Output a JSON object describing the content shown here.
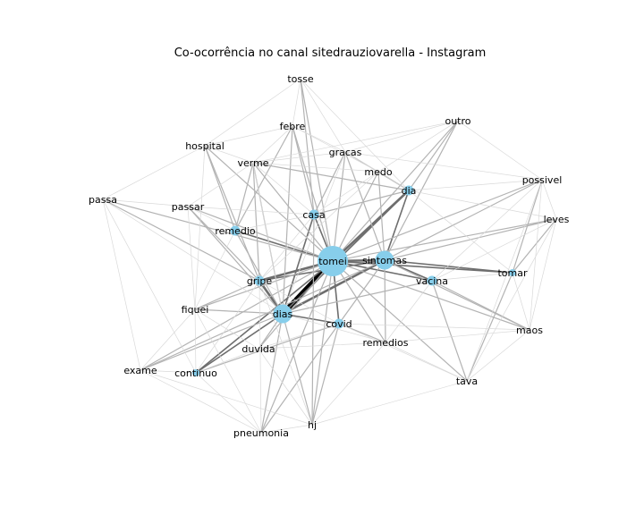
{
  "title": "Co-ocorrência no canal sitedrauziovarella - Instagram",
  "colors": {
    "node": "#87ceeb",
    "edge_light": "#d9d9d9",
    "edge_mid": "#b3b3b3",
    "edge_dark": "#6e6e6e",
    "edge_black": "#000000"
  },
  "nodes": [
    {
      "id": "tomei",
      "size": 5
    },
    {
      "id": "sintomas",
      "size": 4
    },
    {
      "id": "dias",
      "size": 4
    },
    {
      "id": "dia",
      "size": 2
    },
    {
      "id": "casa",
      "size": 2
    },
    {
      "id": "gripe",
      "size": 2
    },
    {
      "id": "covid",
      "size": 2
    },
    {
      "id": "vacina",
      "size": 2
    },
    {
      "id": "remedio",
      "size": 2
    },
    {
      "id": "tomar",
      "size": 1
    },
    {
      "id": "continuo",
      "size": 1
    },
    {
      "id": "tosse",
      "size": 0
    },
    {
      "id": "outro",
      "size": 0
    },
    {
      "id": "febre",
      "size": 0
    },
    {
      "id": "hospital",
      "size": 0
    },
    {
      "id": "gracas",
      "size": 0
    },
    {
      "id": "verme",
      "size": 0
    },
    {
      "id": "medo",
      "size": 0
    },
    {
      "id": "possivel",
      "size": 0
    },
    {
      "id": "passa",
      "size": 0
    },
    {
      "id": "passar",
      "size": 0
    },
    {
      "id": "leves",
      "size": 0
    },
    {
      "id": "fiquei",
      "size": 0
    },
    {
      "id": "maos",
      "size": 0
    },
    {
      "id": "remedios",
      "size": 0
    },
    {
      "id": "duvida",
      "size": 0
    },
    {
      "id": "exame",
      "size": 0
    },
    {
      "id": "tava",
      "size": 0
    },
    {
      "id": "hj",
      "size": 0
    },
    {
      "id": "pneumonia",
      "size": 0
    }
  ],
  "edges": [
    [
      "tomei",
      "dias",
      4
    ],
    [
      "tomei",
      "sintomas",
      3
    ],
    [
      "tomei",
      "dia",
      3
    ],
    [
      "tomei",
      "gripe",
      3
    ],
    [
      "tomei",
      "casa",
      2
    ],
    [
      "tomei",
      "covid",
      2
    ],
    [
      "tomei",
      "vacina",
      2
    ],
    [
      "tomei",
      "tomar",
      2
    ],
    [
      "tomei",
      "remedio",
      2
    ],
    [
      "tomei",
      "continuo",
      2
    ],
    [
      "sintomas",
      "dias",
      3
    ],
    [
      "sintomas",
      "dia",
      2
    ],
    [
      "sintomas",
      "gripe",
      2
    ],
    [
      "sintomas",
      "vacina",
      2
    ],
    [
      "sintomas",
      "tomar",
      2
    ],
    [
      "dias",
      "gripe",
      3
    ],
    [
      "dias",
      "covid",
      2
    ],
    [
      "dias",
      "dia",
      2
    ],
    [
      "dias",
      "continuo",
      2
    ],
    [
      "dias",
      "casa",
      2
    ],
    [
      "tomei",
      "febre",
      1
    ],
    [
      "tomei",
      "gracas",
      1
    ],
    [
      "tomei",
      "verme",
      1
    ],
    [
      "tomei",
      "medo",
      1
    ],
    [
      "tomei",
      "outro",
      1
    ],
    [
      "tomei",
      "possivel",
      1
    ],
    [
      "tomei",
      "leves",
      1
    ],
    [
      "tomei",
      "passa",
      1
    ],
    [
      "tomei",
      "passar",
      1
    ],
    [
      "tomei",
      "fiquei",
      1
    ],
    [
      "tomei",
      "remedios",
      1
    ],
    [
      "tomei",
      "duvida",
      1
    ],
    [
      "tomei",
      "exame",
      1
    ],
    [
      "tomei",
      "tava",
      1
    ],
    [
      "tomei",
      "hj",
      1
    ],
    [
      "tomei",
      "pneumonia",
      1
    ],
    [
      "tomei",
      "hospital",
      1
    ],
    [
      "tomei",
      "maos",
      1
    ],
    [
      "tomei",
      "tosse",
      1
    ],
    [
      "sintomas",
      "possivel",
      1
    ],
    [
      "sintomas",
      "leves",
      1
    ],
    [
      "sintomas",
      "outro",
      1
    ],
    [
      "sintomas",
      "medo",
      1
    ],
    [
      "sintomas",
      "remedios",
      1
    ],
    [
      "sintomas",
      "covid",
      1
    ],
    [
      "sintomas",
      "exame",
      1
    ],
    [
      "sintomas",
      "maos",
      1
    ],
    [
      "sintomas",
      "gracas",
      1
    ],
    [
      "dias",
      "febre",
      1
    ],
    [
      "dias",
      "verme",
      1
    ],
    [
      "dias",
      "hj",
      1
    ],
    [
      "dias",
      "pneumonia",
      1
    ],
    [
      "dias",
      "fiquei",
      1
    ],
    [
      "dias",
      "exame",
      1
    ],
    [
      "dias",
      "duvida",
      1
    ],
    [
      "dias",
      "remedio",
      1
    ],
    [
      "dias",
      "passar",
      1
    ],
    [
      "dias",
      "vacina",
      1
    ],
    [
      "dia",
      "outro",
      1
    ],
    [
      "dia",
      "medo",
      1
    ],
    [
      "dia",
      "gracas",
      1
    ],
    [
      "dia",
      "casa",
      1
    ],
    [
      "dia",
      "verme",
      1
    ],
    [
      "casa",
      "febre",
      1
    ],
    [
      "casa",
      "gracas",
      1
    ],
    [
      "casa",
      "tosse",
      1
    ],
    [
      "casa",
      "hj",
      1
    ],
    [
      "gripe",
      "passa",
      1
    ],
    [
      "gripe",
      "passar",
      1
    ],
    [
      "gripe",
      "hospital",
      1
    ],
    [
      "gripe",
      "verme",
      1
    ],
    [
      "gripe",
      "fiquei",
      1
    ],
    [
      "covid",
      "pneumonia",
      1
    ],
    [
      "covid",
      "hj",
      1
    ],
    [
      "covid",
      "remedios",
      1
    ],
    [
      "covid",
      "continuo",
      1
    ],
    [
      "vacina",
      "tava",
      1
    ],
    [
      "vacina",
      "maos",
      1
    ],
    [
      "tomar",
      "possivel",
      1
    ],
    [
      "tomar",
      "leves",
      1
    ],
    [
      "tomar",
      "tava",
      1
    ],
    [
      "remedio",
      "hospital",
      1
    ],
    [
      "remedio",
      "febre",
      1
    ],
    [
      "remedio",
      "verme",
      1
    ],
    [
      "tosse",
      "febre",
      0
    ],
    [
      "tosse",
      "gracas",
      0
    ],
    [
      "tosse",
      "dia",
      0
    ],
    [
      "tosse",
      "hospital",
      0
    ],
    [
      "outro",
      "possivel",
      0
    ],
    [
      "outro",
      "medo",
      0
    ],
    [
      "outro",
      "gracas",
      0
    ],
    [
      "outro",
      "verme",
      0
    ],
    [
      "hospital",
      "passa",
      0
    ],
    [
      "hospital",
      "verme",
      0
    ],
    [
      "hospital",
      "fiquei",
      0
    ],
    [
      "hospital",
      "febre",
      0
    ],
    [
      "passa",
      "passar",
      0
    ],
    [
      "passa",
      "exame",
      0
    ],
    [
      "passa",
      "continuo",
      0
    ],
    [
      "passa",
      "dias",
      0
    ],
    [
      "possivel",
      "leves",
      0
    ],
    [
      "possivel",
      "maos",
      0
    ],
    [
      "possivel",
      "tava",
      0
    ],
    [
      "possivel",
      "vacina",
      0
    ],
    [
      "leves",
      "tava",
      0
    ],
    [
      "leves",
      "maos",
      0
    ],
    [
      "leves",
      "dia",
      0
    ],
    [
      "leves",
      "vacina",
      0
    ],
    [
      "maos",
      "covid",
      0
    ],
    [
      "maos",
      "tava",
      0
    ],
    [
      "maos",
      "remedios",
      0
    ],
    [
      "tava",
      "remedios",
      0
    ],
    [
      "tava",
      "hj",
      0
    ],
    [
      "tava",
      "covid",
      0
    ],
    [
      "exame",
      "continuo",
      0
    ],
    [
      "exame",
      "pneumonia",
      0
    ],
    [
      "exame",
      "fiquei",
      0
    ],
    [
      "exame",
      "hj",
      0
    ],
    [
      "continuo",
      "pneumonia",
      0
    ],
    [
      "continuo",
      "duvida",
      0
    ],
    [
      "continuo",
      "fiquei",
      0
    ],
    [
      "pneumonia",
      "hj",
      0
    ],
    [
      "pneumonia",
      "gripe",
      0
    ],
    [
      "pneumonia",
      "fiquei",
      0
    ],
    [
      "hj",
      "duvida",
      0
    ],
    [
      "hj",
      "remedios",
      0
    ],
    [
      "hj",
      "gripe",
      0
    ],
    [
      "fiquei",
      "passar",
      0
    ],
    [
      "fiquei",
      "remedio",
      0
    ],
    [
      "fiquei",
      "duvida",
      0
    ],
    [
      "passar",
      "remedio",
      0
    ],
    [
      "passar",
      "verme",
      0
    ],
    [
      "passar",
      "casa",
      0
    ],
    [
      "verme",
      "febre",
      0
    ],
    [
      "verme",
      "gracas",
      0
    ],
    [
      "verme",
      "medo",
      0
    ],
    [
      "febre",
      "gracas",
      0
    ],
    [
      "febre",
      "medo",
      0
    ],
    [
      "gracas",
      "medo",
      0
    ],
    [
      "gracas",
      "possivel",
      0
    ],
    [
      "medo",
      "dia",
      0
    ],
    [
      "medo",
      "casa",
      0
    ],
    [
      "duvida",
      "remedios",
      0
    ],
    [
      "duvida",
      "covid",
      0
    ],
    [
      "remedios",
      "vacina",
      0
    ],
    [
      "remedios",
      "dias",
      0
    ],
    [
      "casa",
      "gripe",
      0
    ],
    [
      "casa",
      "remedio",
      0
    ],
    [
      "dia",
      "tomar",
      0
    ],
    [
      "dia",
      "possivel",
      0
    ],
    [
      "covid",
      "gripe",
      0
    ],
    [
      "tomar",
      "maos",
      0
    ],
    [
      "tomar",
      "vacina",
      0
    ],
    [
      "gripe",
      "continuo",
      0
    ],
    [
      "verme",
      "casa",
      0
    ],
    [
      "verme",
      "dias",
      0
    ],
    [
      "gracas",
      "dias",
      0
    ],
    [
      "medo",
      "gripe",
      0
    ]
  ]
}
